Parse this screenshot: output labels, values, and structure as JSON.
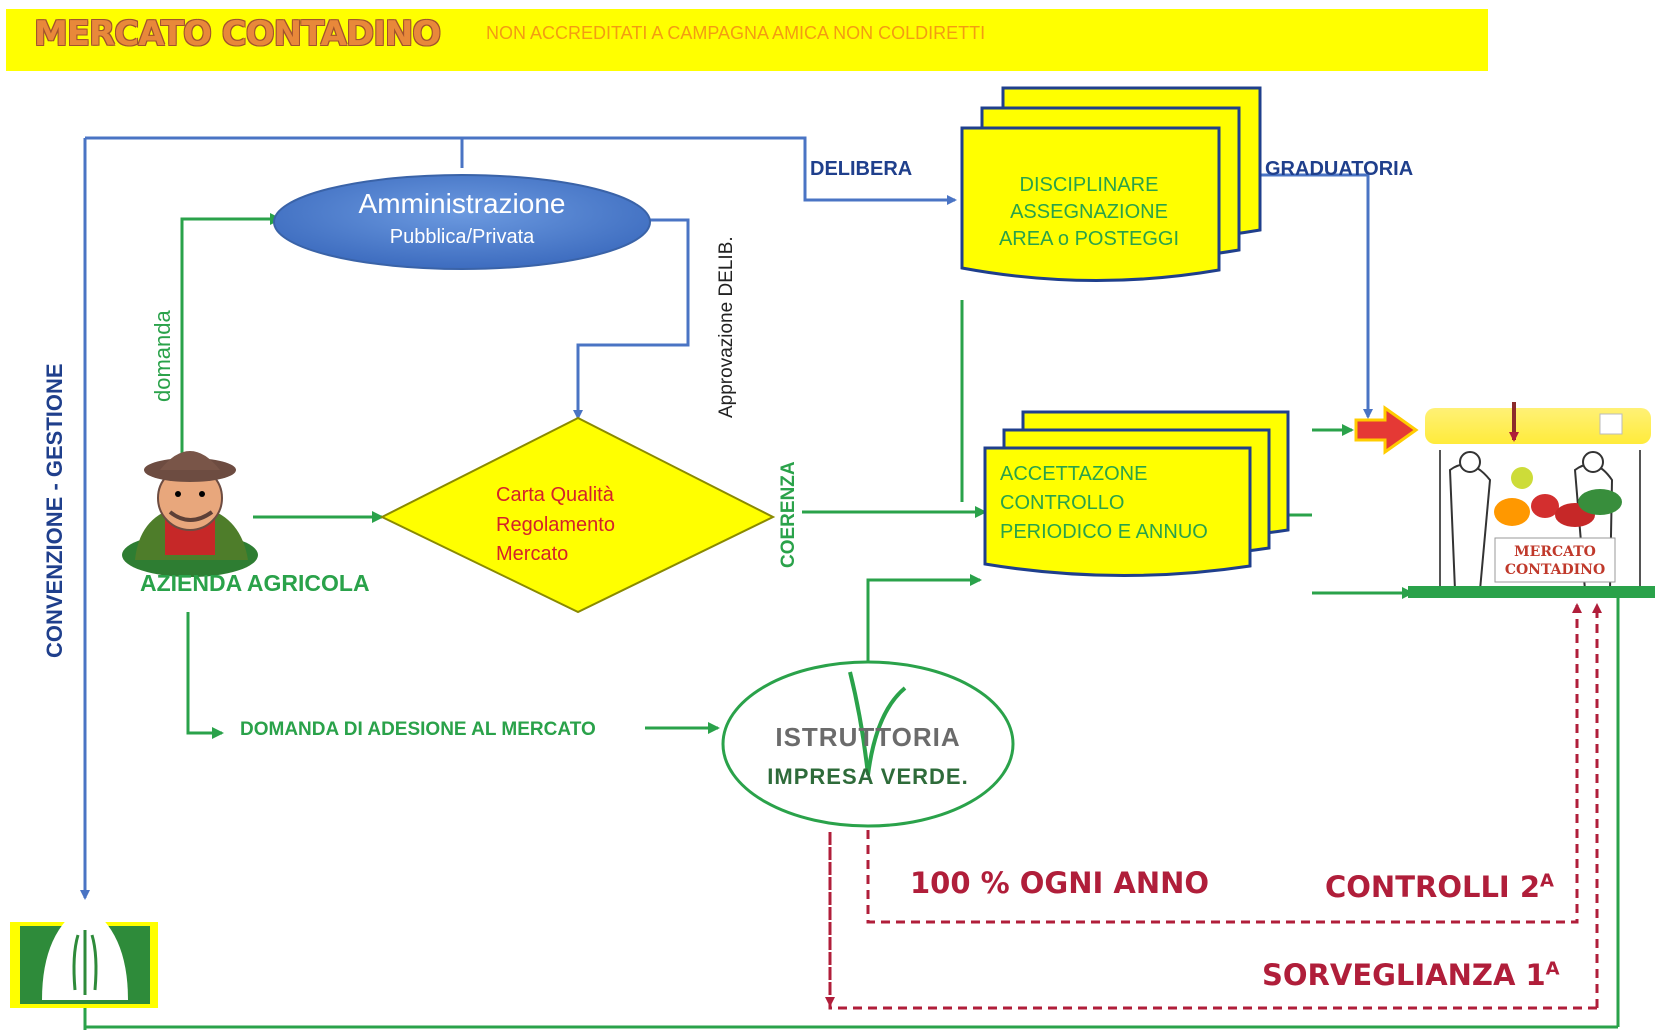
{
  "banner": {
    "title": "MERCATO CONTADINO",
    "subtitle": "NON ACCREDITATI A CAMPAGNA AMICA NON COLDIRETTI"
  },
  "labels": {
    "convenzione": "CONVENZIONE - GESTIONE",
    "domanda": "domanda",
    "delibera": "DELIBERA",
    "graduatoria": "GRADUATORIA",
    "approvazione": "Approvazione DELIB.",
    "coerenza": "COERENZA",
    "domanda_adesione": "DOMANDA DI ADESIONE AL MERCATO",
    "azienda": "AZIENDA AGRICOLA"
  },
  "nodes": {
    "amministrazione": {
      "title": "Amministrazione",
      "subtitle": "Pubblica/Privata"
    },
    "carta": {
      "line1": "Carta Qualità",
      "line2": "Regolamento",
      "line3": "Mercato"
    },
    "disciplinare": {
      "line1": "DISCIPLINARE",
      "line2": "ASSEGNAZIONE",
      "line3": "AREA  o POSTEGGI"
    },
    "accettazione": {
      "line1": "ACCETTAZONE",
      "line2": "CONTROLLO",
      "line3": "PERIODICO E ANNUO"
    },
    "istruttoria": {
      "line1": "ISTRUTTORIA",
      "line2": "IMPRESA VERDE."
    },
    "mercato_sign": {
      "line1": "MERCATO",
      "line2": "CONTADINO"
    }
  },
  "controls": {
    "cento": "100 % OGNI ANNO",
    "controlli": "CONTROLLI 2",
    "controlli_sup": "A",
    "sorveglianza": "SORVEGLIANZA 1",
    "sorveglianza_sup": "A"
  },
  "colors": {
    "blue_line": "#4a74c4",
    "green_line": "#2aa24a",
    "red_dashed": "#b01e3a",
    "yellow": "#ffff00",
    "ellipse_blue": "#4f7ec9"
  },
  "icons": [
    "farmer-icon",
    "coldiretti-logo-icon",
    "market-stall-icon",
    "red-arrow-icon"
  ]
}
